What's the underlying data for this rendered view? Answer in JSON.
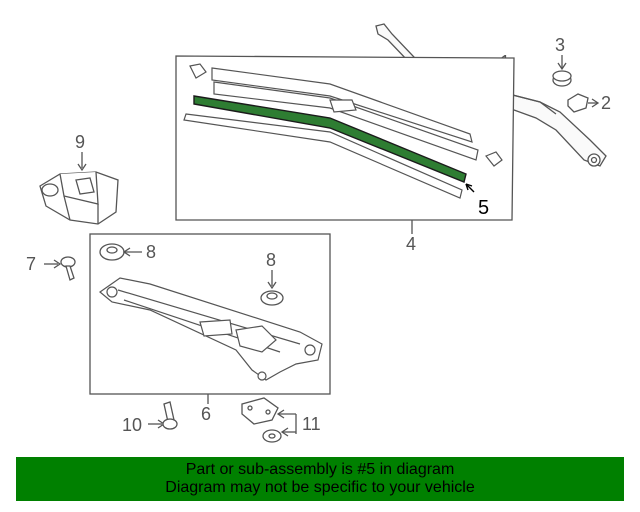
{
  "callouts": {
    "c1": "1",
    "c2": "2",
    "c3": "3",
    "c4": "4",
    "c5": "5",
    "c6": "6",
    "c7": "7",
    "c8a": "8",
    "c8b": "8",
    "c9": "9",
    "c10": "10",
    "c11": "11"
  },
  "banner": {
    "line1": "Part or sub-assembly is #5 in diagram",
    "line2": "Diagram may not be specific to your vehicle"
  },
  "colors": {
    "highlight_part": "#2e7d32",
    "banner_bg": "#008000"
  }
}
